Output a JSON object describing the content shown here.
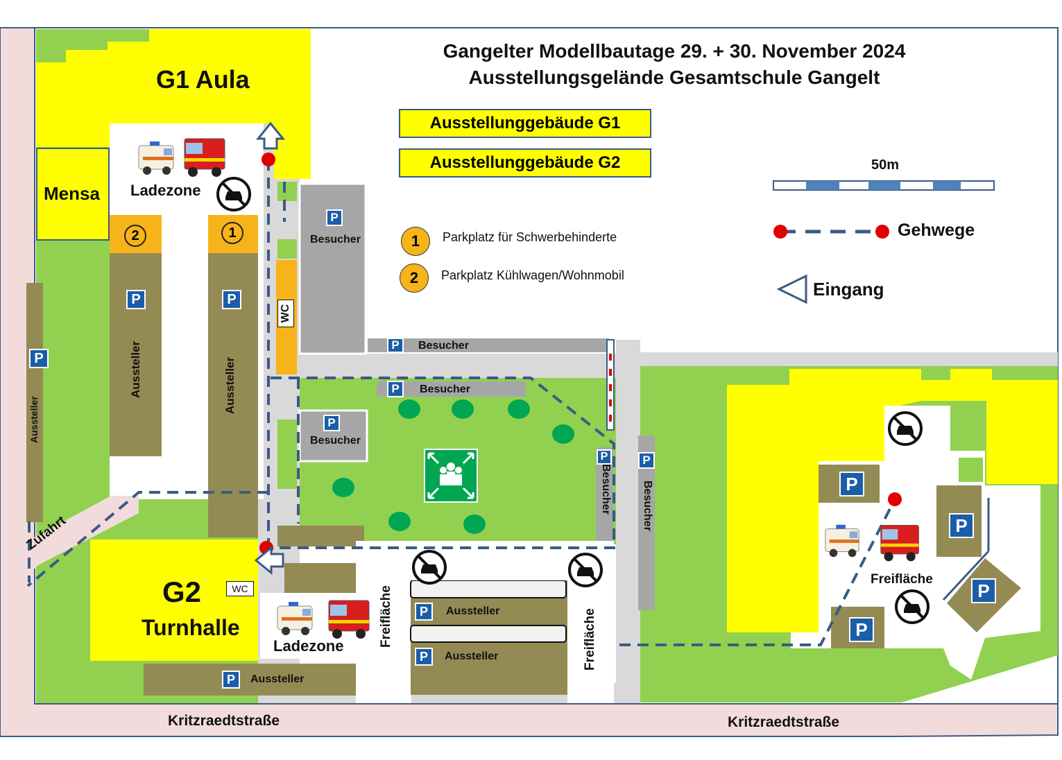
{
  "title": {
    "line1": "Gangelter Modellbautage 29. + 30. November 2024",
    "line2": "Ausstellungsgelände Gesamtschule Gangelt"
  },
  "legend": {
    "building_g1": "Ausstellunggebäude G1",
    "building_g2": "Ausstellunggebäude G2",
    "scale_label": "50m",
    "walkways_label": "Gehwege",
    "entrance_label": "Eingang",
    "badge1_num": "1",
    "badge1_label": "Parkplatz  für Schwerbehinderte",
    "badge2_num": "2",
    "badge2_label": "Parkplatz  Kühlwagen/Wohnmobil"
  },
  "buildings": {
    "g1": "G1 Aula",
    "mensa": "Mensa",
    "g2_code": "G2",
    "g2_name": "Turnhalle",
    "wc": "WC"
  },
  "labels": {
    "ladezone": "Ladezone",
    "besucher": "Besucher",
    "aussteller": "Aussteller",
    "freiflaeche": "Freifläche",
    "zufahrt": "Zufahrt",
    "street": "Kritzraedtstraße",
    "parking_symbol": "P"
  },
  "colors": {
    "building": "#ffff00",
    "grass": "#92d050",
    "road": "#d9d9d9",
    "parking_exhibitor": "#948a54",
    "parking_visitor": "#a6a6a6",
    "sidewalk": "#f2dcdb",
    "walkway": "#3b5a84",
    "badge": "#f6b41a",
    "parking_sign": "#1a5ea8",
    "assembly_point": "#00a651"
  },
  "icons": [
    "entrance-arrow-icon",
    "no-car-icon",
    "ambulance-icon",
    "fire-truck-icon",
    "assembly-point-icon",
    "parking-sign-icon",
    "walkway-dot-icon",
    "tree-icon"
  ]
}
